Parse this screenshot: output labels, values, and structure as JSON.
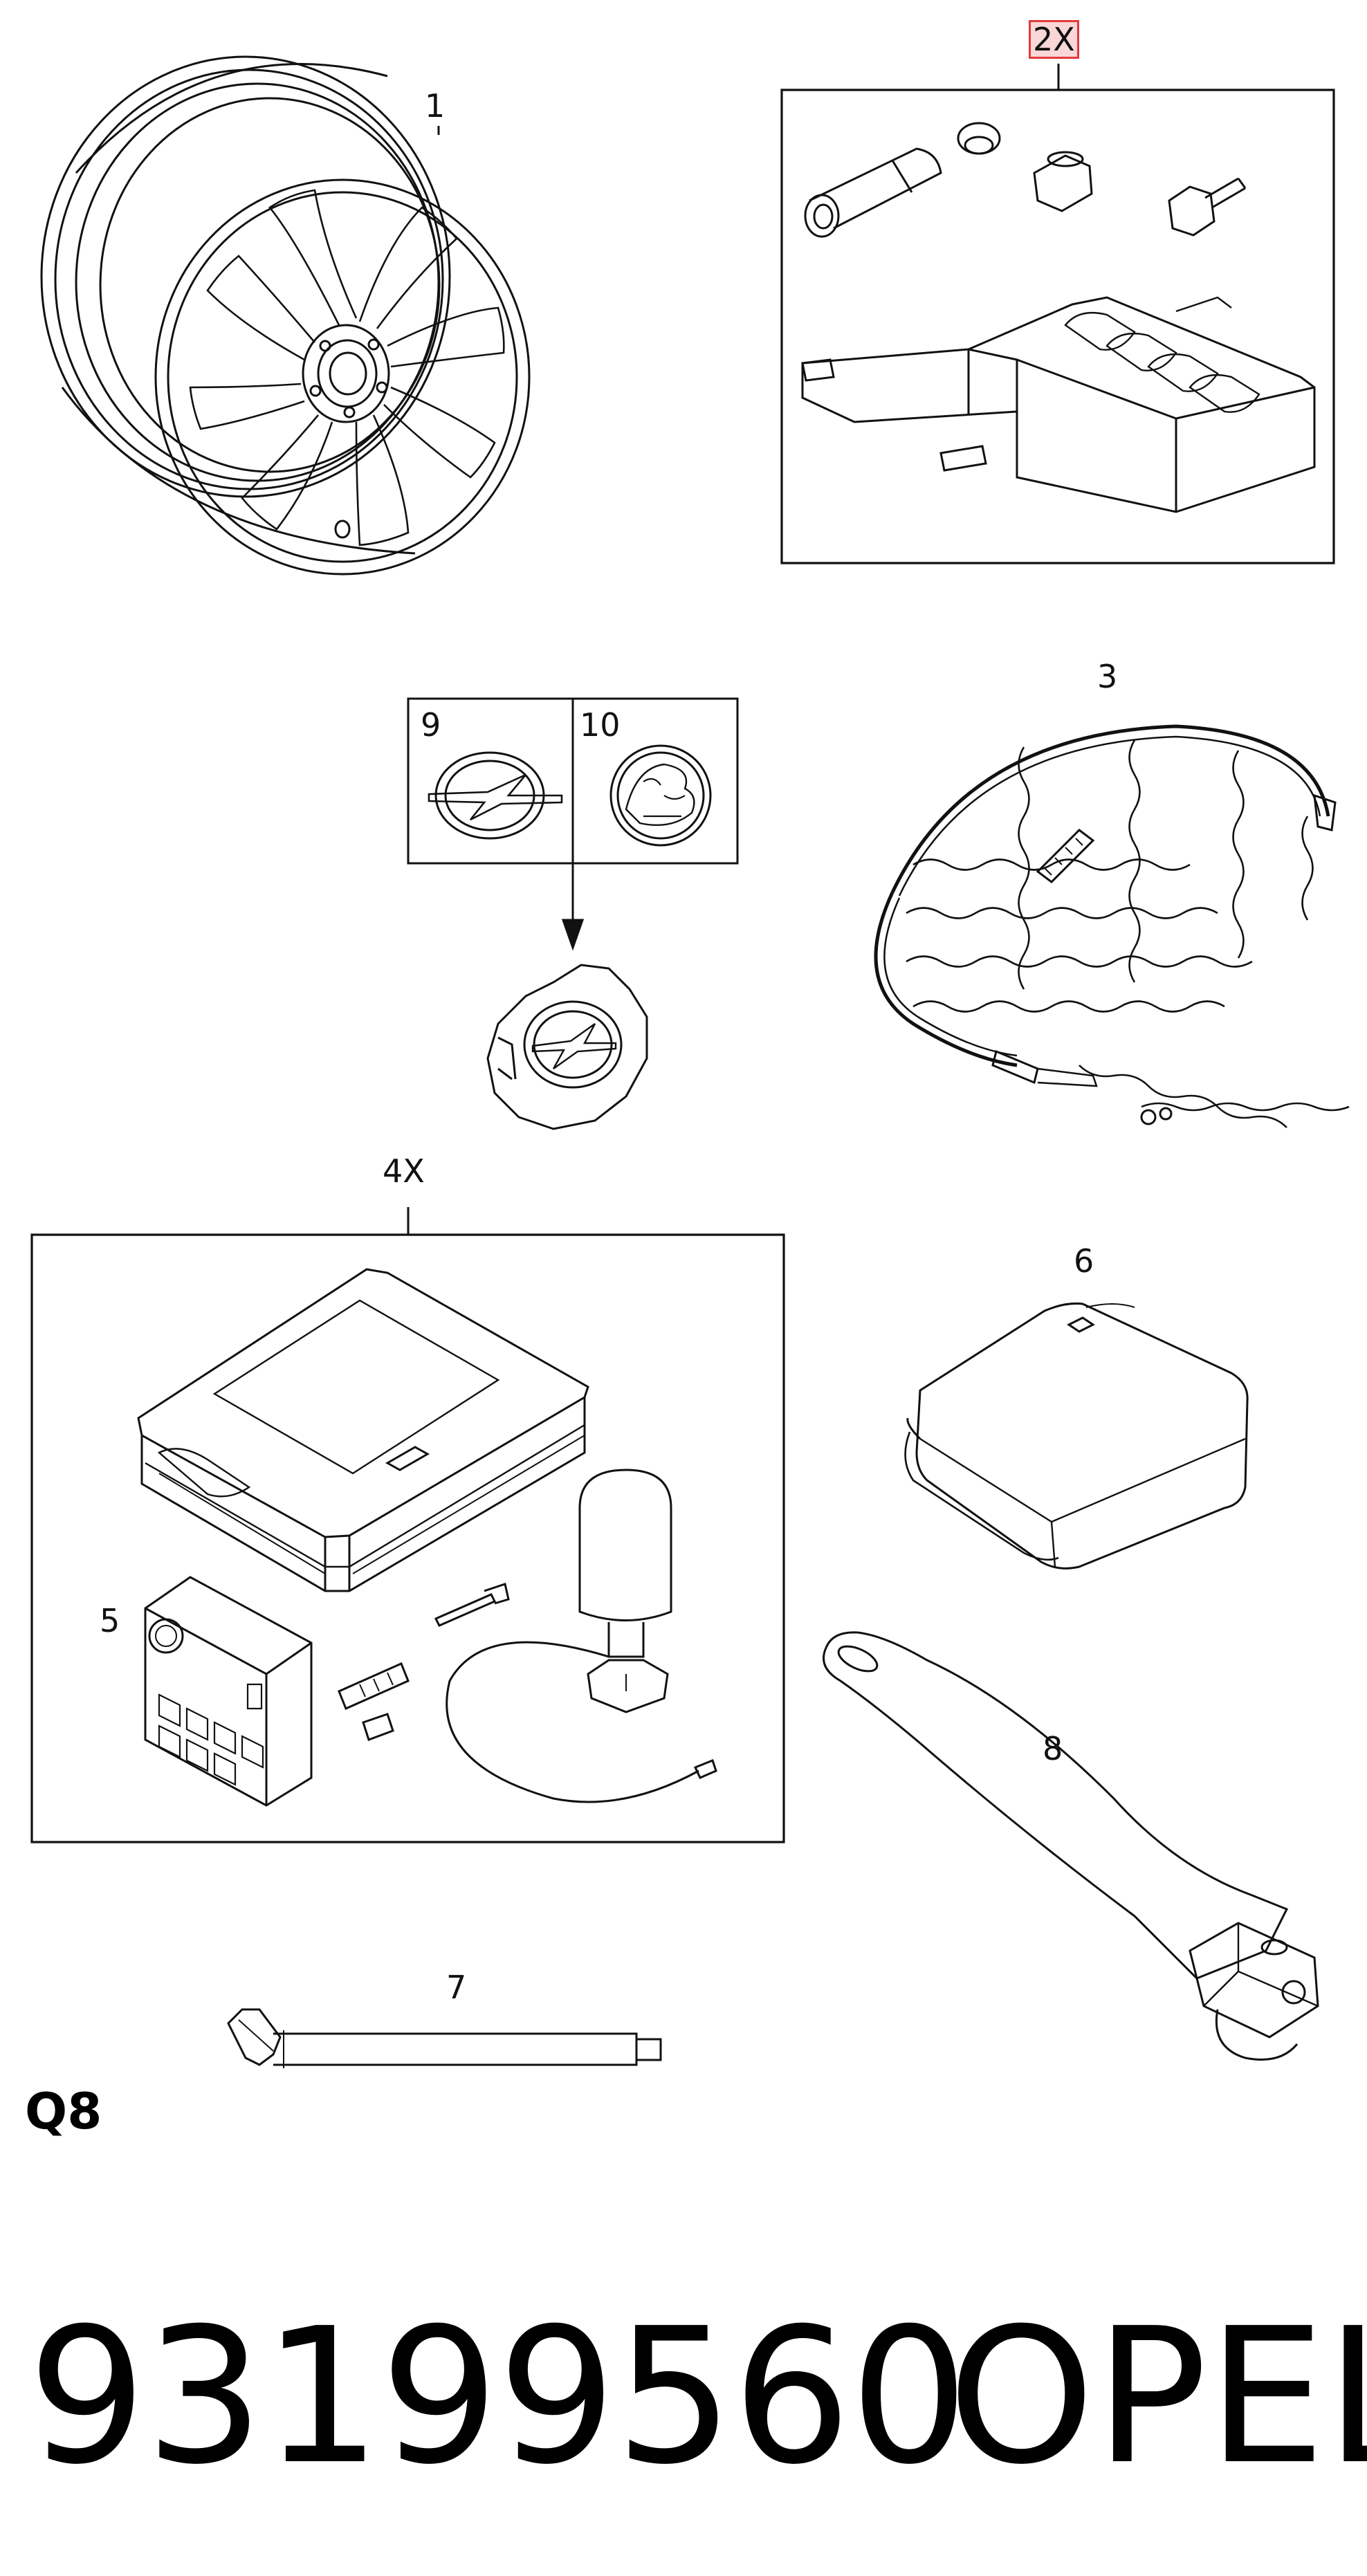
{
  "callouts": {
    "wheel": "1",
    "lock_kit": "2X",
    "snow_chains": "3",
    "repair_kit": "4X",
    "compressor": "5",
    "pouch": "6",
    "extension": "7",
    "tow_hook": "8",
    "badge_opel": "9",
    "badge_vauxhall": "10"
  },
  "footer": {
    "section_code": "Q8",
    "part_number": "93199560",
    "brand": "OPEL"
  },
  "style": {
    "line_color": "#111111",
    "highlight_color": "#e23a3a"
  },
  "icons": [
    "alloy-wheel",
    "wheel-lock-kit",
    "snow-chain",
    "center-cap",
    "opel-badge",
    "vauxhall-badge",
    "tire-repair-kit",
    "compressor",
    "storage-pouch",
    "wheel-bolt-extension",
    "towing-eye"
  ]
}
